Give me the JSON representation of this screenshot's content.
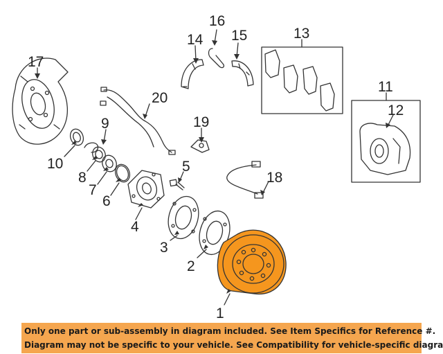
{
  "diagram": {
    "highlight_color": "#f5961e",
    "line_color": "#333333",
    "callouts": [
      "1",
      "2",
      "3",
      "4",
      "5",
      "6",
      "7",
      "8",
      "9",
      "10",
      "11",
      "12",
      "13",
      "14",
      "15",
      "16",
      "17",
      "18",
      "19",
      "20"
    ]
  },
  "banner": {
    "background": "#f5a64f",
    "line1": "Only one part or sub-assembly in diagram included. See Item Specifics for Reference #.",
    "line2": "Diagram may not be specific to your vehicle. See Compatibility for vehicle-specific diagrams."
  }
}
